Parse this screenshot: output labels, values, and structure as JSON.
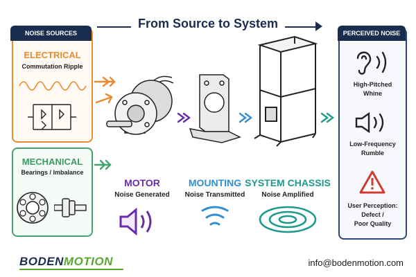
{
  "header": {
    "title": "From Source to System"
  },
  "sources": {
    "title": "NOISE SOURCES",
    "electrical": {
      "label": "ELECTRICAL",
      "sublabel": "Commutation Ripple"
    },
    "mechanical": {
      "label": "MECHANICAL",
      "sublabel": "Bearings / Imbalance"
    }
  },
  "stages": [
    {
      "label": "MOTOR",
      "sublabel": "Noise Generated",
      "color": "#6a2ca7"
    },
    {
      "label": "MOUNTING",
      "sublabel": "Noise Transmitted",
      "color": "#2f8fd0"
    },
    {
      "label": "SYSTEM CHASSIS",
      "sublabel": "Noise Amplified",
      "color": "#1d9a8b"
    }
  ],
  "perceived": {
    "title": "PERCEIVED NOISE",
    "items": [
      {
        "line1": "High-Pitched",
        "line2": "Whine"
      },
      {
        "line1": "Low-Frequency",
        "line2": "Rumble"
      },
      {
        "line1": "User Perception:",
        "line2": "Defect /",
        "line3": "Poor Quality"
      }
    ]
  },
  "footer": {
    "brand_left": "BODEN",
    "brand_right": "MOTION",
    "email": "info@bodenmotion.com"
  },
  "colors": {
    "navy": "#1b2d4f",
    "orange": "#e98a2c",
    "green": "#46a26e",
    "purple": "#6a2ca7",
    "blue": "#2f8fd0",
    "teal": "#1d9a8b",
    "red": "#d23a2f"
  },
  "icons": [
    "sine-wave-icon",
    "bridge-circuit-icon",
    "bearing-icon",
    "shaft-coupling-icon",
    "speaker-icon",
    "sound-wave-icon",
    "ripple-icon",
    "ear-icon",
    "warning-icon",
    "dc-motor-icon",
    "mounting-bracket-icon",
    "chassis-frame-icon"
  ]
}
